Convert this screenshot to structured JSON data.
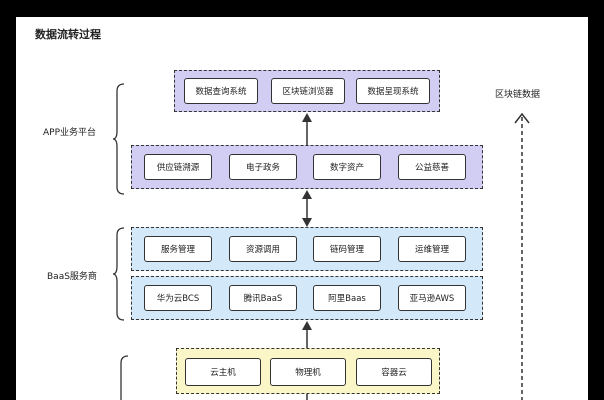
{
  "title": "数据流转过程",
  "side_labels": {
    "app_layer": "APP业务平台",
    "baas_layer": "BaaS服务商"
  },
  "blockchain_data_label": "区块链数据",
  "layers": {
    "top": {
      "color": "#d2cdf3",
      "nodes": [
        "数据查询系统",
        "区块链浏览器",
        "数据呈现系统"
      ]
    },
    "app": {
      "color": "#d2cdf3",
      "nodes": [
        "供应链溯源",
        "电子政务",
        "数字资产",
        "公益慈善"
      ]
    },
    "baas_services": {
      "color": "#d3e8f8",
      "nodes": [
        "服务管理",
        "资源调用",
        "链码管理",
        "运维管理"
      ]
    },
    "baas_vendors": {
      "color": "#d3e8f8",
      "nodes": [
        "华为云BCS",
        "腾讯BaaS",
        "阿里Baas",
        "亚马逊AWS"
      ]
    },
    "infra": {
      "color": "#fbf6c8",
      "nodes": [
        "云主机",
        "物理机",
        "容器云"
      ]
    }
  }
}
